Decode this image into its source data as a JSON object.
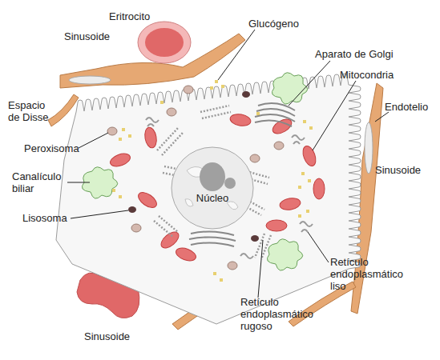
{
  "diagram": {
    "nodes": [
      {
        "text": [
          "Núcleo"
        ]
      }
    ],
    "labels": [
      "Eritrocito",
      "Sinusoide",
      "Glucógeno",
      "Aparato de Golgi",
      "Mitocondria",
      "Espacio de Disse",
      "Endotelio",
      "Sinusoide",
      "Peroxisoma",
      "Canalículo biliar",
      "Lisosoma",
      "Retículo endoplasmático liso",
      "Retículo endoplasmático rugoso",
      "Sinusoide"
    ]
  }
}
